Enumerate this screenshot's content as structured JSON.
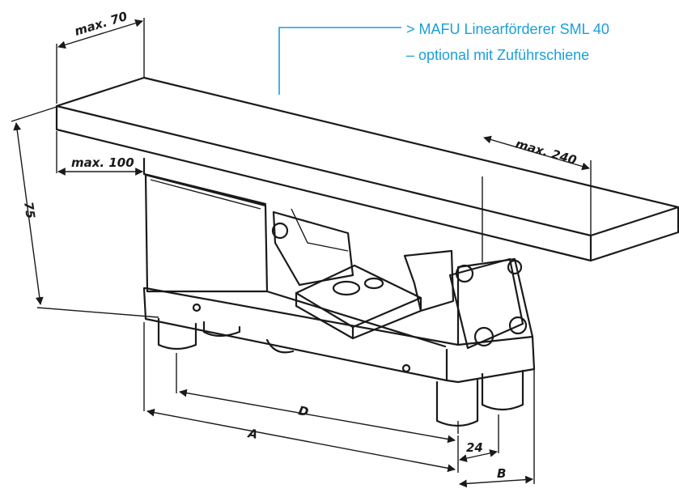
{
  "caption": {
    "line1": "> MAFU Linearförderer SML 40",
    "line2": "– optional mit Zuführschiene",
    "color": "#1aa0d8"
  },
  "dimensions": {
    "width_top": "max. 70",
    "length_right": "max. 240",
    "overhang_left": "max. 100",
    "height": "75",
    "a": "A",
    "d": "D",
    "foot_offset": "24",
    "b": "B"
  }
}
